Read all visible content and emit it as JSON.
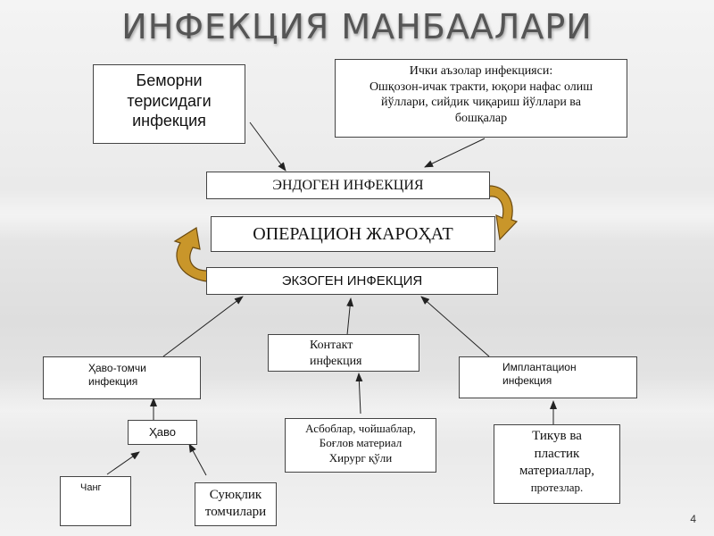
{
  "title": "ИНФЕКЦИЯ МАНБААЛАРИ",
  "page_number": "4",
  "boxes": {
    "skin": [
      "Беморни",
      "терисидаги",
      "инфекция"
    ],
    "internal": [
      "Ички аъзолар инфекцияси:",
      "Ошқозон-ичак тракти, юқори нафас олиш",
      "йўллари, сийдик чиқариш йўллари ва",
      "бошқалар"
    ],
    "endogen": "ЭНДОГЕН ИНФЕКЦИЯ",
    "wound": "ОПЕРАЦИОН ЖАРОҲАТ",
    "exogen": "ЭКЗОГЕН ИНФЕКЦИЯ",
    "airborne": [
      "Ҳаво-томчи",
      "инфекция"
    ],
    "contact": [
      "Контакт",
      "инфекция"
    ],
    "implant": [
      "Имплантацион",
      "инфекция"
    ],
    "air": "Ҳаво",
    "dust": "Чанг",
    "droplets": [
      "Суюқлик",
      "томчилари"
    ],
    "instruments": [
      "Асбоблар, чойшаблар,",
      "Боғлов материал",
      "Хирург қўли"
    ],
    "sutures": [
      "Тикув ва",
      "пластик",
      "материаллар,",
      "протезлар."
    ]
  },
  "colors": {
    "curved_arrow_fill": "#c9962a",
    "curved_arrow_edge": "#6b4a10",
    "line_color": "#222222"
  }
}
